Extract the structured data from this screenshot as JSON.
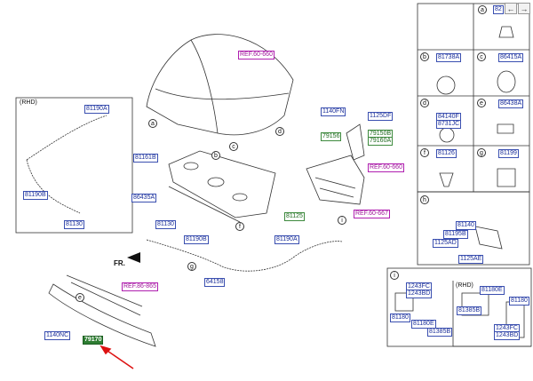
{
  "nav": {
    "back_icon": "←",
    "forward_icon": "→"
  },
  "refs": {
    "ref_60_660_top": "REF.60-660",
    "ref_60_660_right": "REF.60-660",
    "ref_60_667": "REF.60-667",
    "ref_86_865": "REF.86-865"
  },
  "parts": {
    "p81190A_rhd": "81190A",
    "p81190B_rhd": "81190B",
    "p81130_rhd": "81130",
    "p81161B": "81161B",
    "p86435A": "86435A",
    "p81125": "81125",
    "p81130": "81130",
    "p81190B": "81190B",
    "p81190A": "81190A",
    "p64158": "64158",
    "p1140FN": "1140FN",
    "p1125DF": "1125DF",
    "p79156": "79156",
    "p79150B": "79150B",
    "p79160A": "79160A",
    "p1140NC": "1140NC",
    "p79170": "79170",
    "fr_label": "FR.",
    "rhd_label": "(RHD)"
  },
  "legend": {
    "a_code": "82",
    "b_code": "81738A",
    "c_code": "86415A",
    "d_code_1": "84140F",
    "d_code_2": "8731JC",
    "e_code": "86438A",
    "f_code": "81126",
    "g_code": "81199",
    "h_codes": [
      "81140",
      "81195B",
      "1125AD",
      "1125AE"
    ],
    "i_codes": [
      "1243FC",
      "1243BD",
      "81180",
      "81180E",
      "81385B"
    ],
    "i_rhd_label": "(RHD)",
    "i_rhd_codes": [
      "81180E",
      "81180",
      "81385B",
      "1243FC",
      "1243BD"
    ]
  },
  "callouts": [
    "a",
    "b",
    "c",
    "d",
    "e",
    "f",
    "g",
    "h",
    "i"
  ]
}
